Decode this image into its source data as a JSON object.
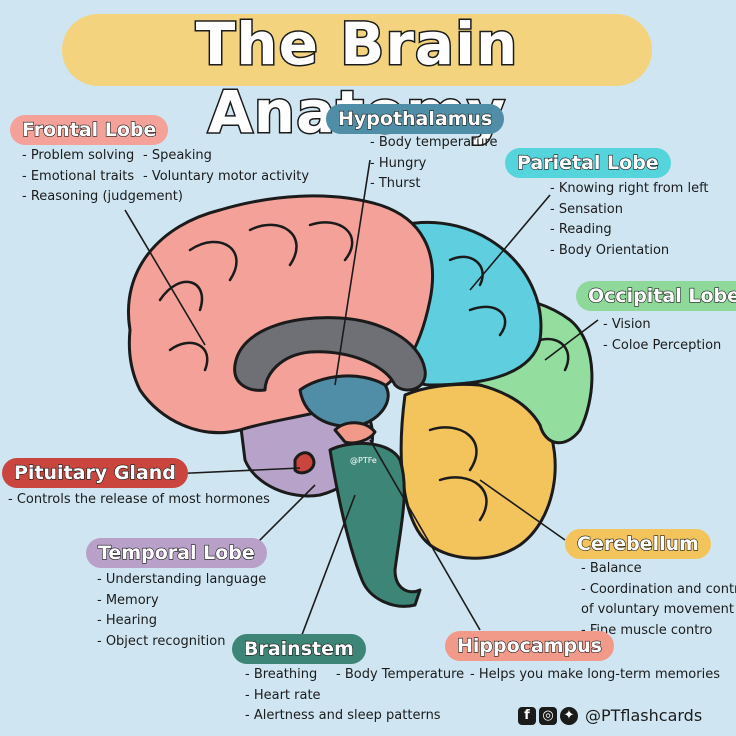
{
  "title": "The Brain Anatomy",
  "regions": {
    "frontal": {
      "label": "Frontal Lobe",
      "color": "#f4a19a",
      "items": [
        "- Problem solving",
        "- Emotional traits",
        "- Reasoning (judgement)"
      ],
      "items2": [
        "- Speaking",
        "- Voluntary motor activity"
      ]
    },
    "hypothalamus": {
      "label": "Hypothalamus",
      "color": "#4f8ea6",
      "items": [
        "- Body temperature",
        "- Hungry",
        "- Thurst"
      ]
    },
    "parietal": {
      "label": "Parietal Lobe",
      "color": "#56d4dc",
      "items": [
        "- Knowing right from left",
        "- Sensation",
        "- Reading",
        "- Body Orientation"
      ]
    },
    "occipital": {
      "label": "Occipital Lobe",
      "color": "#8ed99a",
      "items": [
        "- Vision",
        "- Coloe Perception"
      ]
    },
    "pituitary": {
      "label": "Pituitary Gland",
      "color": "#c9453e",
      "items": [
        "- Controls the release of most hormones"
      ]
    },
    "temporal": {
      "label": "Temporal Lobe",
      "color": "#b8a0c8",
      "items": [
        "- Understanding language",
        "- Memory",
        "- Hearing",
        "- Object recognition"
      ]
    },
    "cerebellum": {
      "label": "Cerebellum",
      "color": "#f3c35c",
      "items": [
        "- Balance",
        "- Coordination and control",
        "of voluntary movement",
        "- Fine muscle contro"
      ]
    },
    "brainstem": {
      "label": "Brainstem",
      "color": "#3d8576",
      "items": [
        "- Breathing",
        "- Heart rate",
        "- Alertness and sleep patterns"
      ],
      "items2": [
        "- Body Temperature"
      ]
    },
    "hippocampus": {
      "label": "Hippocampus",
      "color": "#f29a8a",
      "items": [
        "- Helps you make long-term memories"
      ]
    }
  },
  "watermark": "@PTFe",
  "footer": {
    "handle": "@PTflashcards",
    "icons": [
      "facebook-icon",
      "instagram-icon",
      "twitter-icon"
    ]
  },
  "colors": {
    "background": "#cfe6f2",
    "title_bar": "#f3d37d",
    "brain_pink": "#f4a19a",
    "parietal": "#5fcfe0",
    "occipital": "#93dd9e",
    "cerebellum": "#f3c35c",
    "brainstem": "#3d8576",
    "temporal": "#b7a3c9",
    "corpus": "#6e7076"
  }
}
